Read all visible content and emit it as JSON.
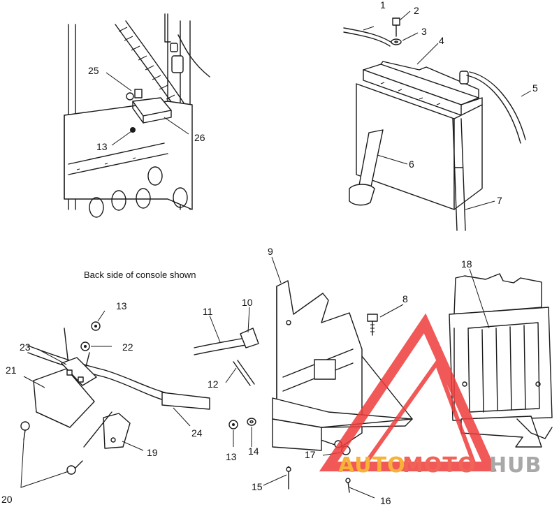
{
  "caption": "Back side of console shown",
  "callouts": [
    "1",
    "2",
    "3",
    "4",
    "5",
    "6",
    "7",
    "8",
    "9",
    "10",
    "11",
    "12",
    "13",
    "14",
    "15",
    "16",
    "17",
    "18",
    "19",
    "20",
    "21",
    "22",
    "23",
    "24",
    "25",
    "26"
  ],
  "extra_callouts": {
    "c13b": "13",
    "c13c": "13"
  },
  "watermark": {
    "part1": "AUTO",
    "part2": "MOTO",
    "part3": "HUB",
    "color1": "#f6a516",
    "color2": "#ee4a3c",
    "color3": "#9a9a9a",
    "triangle_color": "#ef3b3b"
  }
}
